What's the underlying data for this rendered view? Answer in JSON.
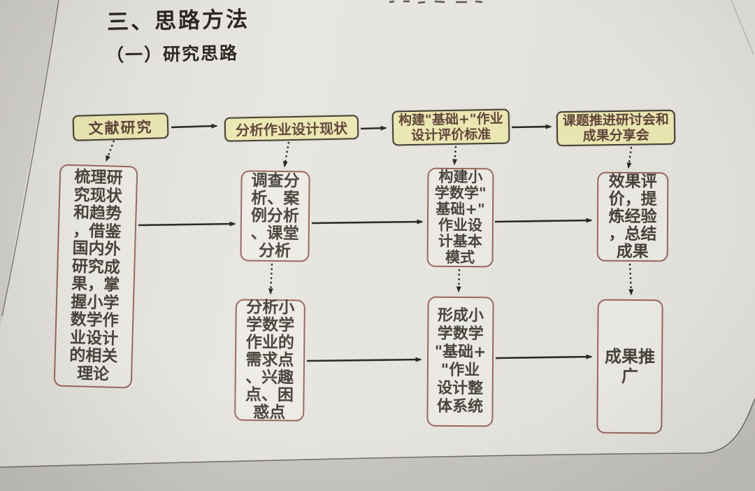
{
  "header": {
    "section_title": "三、思路方法",
    "subsection_title": "（一）研究思路"
  },
  "flowchart": {
    "phases": [
      {
        "label": "文献研究"
      },
      {
        "label": "分析作业设计现状"
      },
      {
        "label": "构建\"基础+\"作业设计评价标准"
      },
      {
        "label": "课题推进研讨会和成果分享会"
      }
    ],
    "process_row": [
      {
        "label": "梳理研究现状和趋势，借鉴国内外研究成果，掌握小学数学作业设计的相关理论"
      },
      {
        "label": "调查分析、案例分析、课堂分析"
      },
      {
        "label": "构建小学数学\"基础+\"作业设计基本模式"
      },
      {
        "label": "效果评价，提炼经验，总结成果"
      }
    ],
    "outcome_row": [
      {
        "label": "分析小学数学作业的需求点、兴趣点、困惑点"
      },
      {
        "label": "形成小学数学\"基础+\"作业设计整体系统"
      },
      {
        "label": "成果推广"
      }
    ]
  },
  "colors": {
    "page_background": "#e7e5e0",
    "phase_box_fill": "#ece8b2",
    "phase_box_border": "#3e3a2f",
    "phase_box_text": "#5d4136",
    "process_box_fill": "#edebe5",
    "process_box_border": "#99655d",
    "process_box_text": "#45403a",
    "arrow": "#262521"
  }
}
